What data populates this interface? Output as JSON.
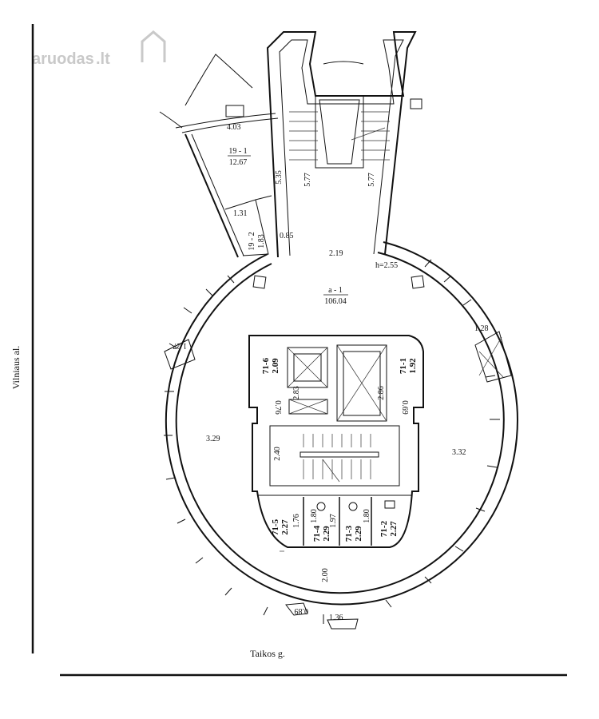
{
  "logo": {
    "text": "aruodas",
    "suffix": ".lt"
  },
  "streets": {
    "left": "Vilniaus al.",
    "bottom": "Taikos g."
  },
  "rooms": {
    "main": {
      "id": "a - 1",
      "area": "106.04"
    },
    "r19_1": {
      "id": "19 - 1",
      "area": "12.67"
    },
    "r19_2": {
      "id": "19 - 2",
      "area": "1.83"
    },
    "r71_1": {
      "id": "71-1",
      "area": "1.92"
    },
    "r71_2": {
      "id": "71-2",
      "area": "2.27"
    },
    "r71_3": {
      "id": "71-3",
      "area": "2.29"
    },
    "r71_4": {
      "id": "71-4",
      "area": "2.29"
    },
    "r71_5": {
      "id": "71-5",
      "area": "2.27"
    },
    "r71_6": {
      "id": "71-6",
      "area": "2.09"
    }
  },
  "dimensions": {
    "d403": "4.03",
    "d535": "5.35",
    "d577a": "5.77",
    "d577b": "5.77",
    "d131": "1.31",
    "d085": "0.85",
    "d219": "2.19",
    "h255": "h=2.55",
    "d128": "1.28",
    "d127": "1.27",
    "d283": "2.83",
    "d286": "2.86",
    "d076": "0.76",
    "d069": "0.69",
    "d329": "3.29",
    "d332": "3.32",
    "d240": "2.40",
    "d176": "1.76",
    "d180a": "1.80",
    "d197": "1.97",
    "d180b": "1.80",
    "d200": "2.00",
    "d136": "1.36",
    "d089": "0.89"
  }
}
